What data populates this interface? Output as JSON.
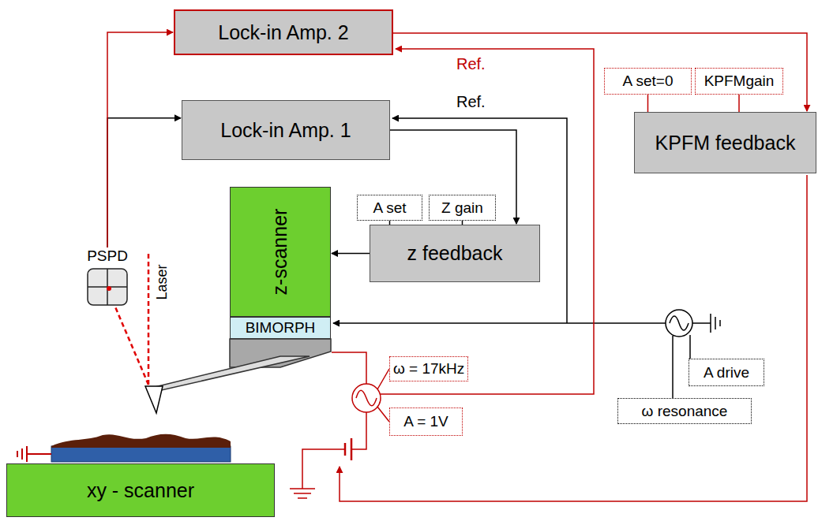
{
  "diagram": {
    "nodes": [
      {
        "text": [
          "Lock-in Amp. 2"
        ]
      },
      {
        "text": [
          "Lock-in Amp. 1"
        ]
      },
      {
        "text": [
          "A set=0"
        ]
      },
      {
        "text": [
          "KPFMgain"
        ]
      },
      {
        "text": [
          "KPFM feedback"
        ]
      },
      {
        "text": [
          "z-scanner"
        ]
      },
      {
        "text": [
          "A set"
        ]
      },
      {
        "text": [
          "Z gain"
        ]
      },
      {
        "text": [
          "z feedback"
        ]
      },
      {
        "text": [
          "PSPD"
        ]
      },
      {
        "text": [
          "BIMORPH"
        ]
      },
      {
        "text": [
          "ω = 17kHz"
        ]
      },
      {
        "text": [
          "A drive"
        ]
      },
      {
        "text": [
          "A = 1V"
        ]
      },
      {
        "text": [
          "ω resonance"
        ]
      },
      {
        "text": [
          "xy - scanner"
        ]
      }
    ],
    "edges": [
      {
        "from": 9,
        "to": 1,
        "arrow": "to"
      },
      {
        "from": 9,
        "to": 0,
        "arrow": "to"
      },
      {
        "from": 0,
        "to": 4,
        "arrow": "to"
      },
      {
        "from": 1,
        "to": 8,
        "arrow": "to"
      },
      {
        "from": 6,
        "to": 8,
        "arrow": "none"
      },
      {
        "from": 7,
        "to": 8,
        "arrow": "none"
      },
      {
        "from": 2,
        "to": 4,
        "arrow": "none"
      },
      {
        "from": 3,
        "to": 4,
        "arrow": "none"
      },
      {
        "from": 8,
        "to": 5,
        "arrow": "to"
      }
    ],
    "labels": [
      "Ref.",
      "Ref.",
      "Laser"
    ]
  }
}
